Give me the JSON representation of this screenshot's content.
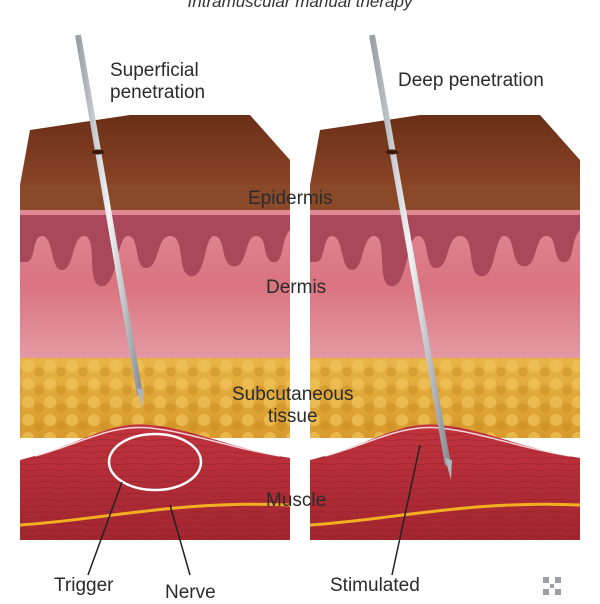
{
  "title": "Intramuscular manual therapy",
  "panels": [
    {
      "caption_line1": "Superficial",
      "caption_line2": "penetration"
    },
    {
      "caption": "Deep penetration"
    }
  ],
  "layers": {
    "epidermis": "Epidermis",
    "dermis": "Dermis",
    "subcutaneous_line1": "Subcutaneous",
    "subcutaneous_line2": "tissue",
    "muscle": "Muscle"
  },
  "callouts": {
    "trigger_point": "Trigger",
    "nerve": "Nerve",
    "stimulated": "Stimulated"
  },
  "colors": {
    "surface": "#7a3a1f",
    "epidermis": "#8a4a2a",
    "dermis": "#d77a86",
    "papillae": "#a8485a",
    "fat": "#e0a83a",
    "muscle": "#b8303a",
    "nerve": "#f0b020",
    "needle": "#c8ccd0"
  },
  "brand_icon": "cleveland-clinic-cross-icon"
}
